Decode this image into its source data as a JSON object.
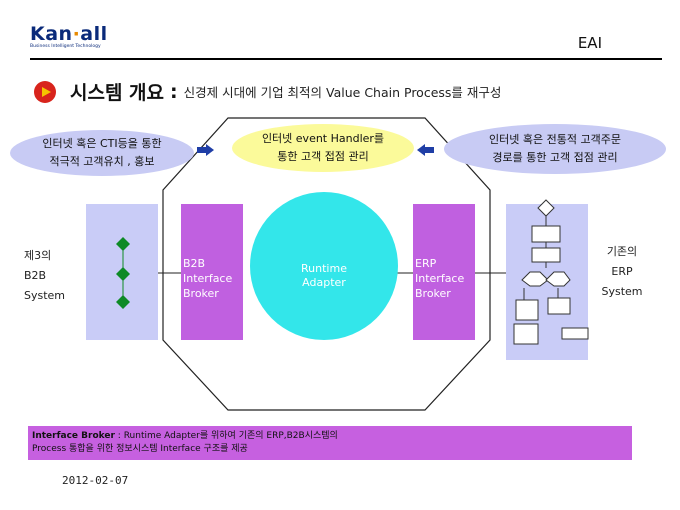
{
  "header": {
    "logo_main_left": "Kan",
    "logo_dot": "·",
    "logo_main_right": "all",
    "logo_sub": "Business Intelligent Technology",
    "tag": "EAI"
  },
  "title": {
    "main": "시스템 개요",
    "separator": ":",
    "subtitle": "신경제 시대에 기업 최적의 Value Chain Process를 재구성"
  },
  "bubbles": {
    "left": [
      "인터넷 혹은 CTI등을 통한",
      "적극적 고객유치 , 홍보"
    ],
    "center": [
      "인터넷 event Handler를",
      "통한 고객 접점 관리"
    ],
    "right": [
      "인터넷 혹은 전통적 고객주문",
      "경로를 통한 고객 접점 관리"
    ]
  },
  "left_system": {
    "lines": [
      "제3의",
      "B2B",
      "System"
    ]
  },
  "right_system": {
    "lines": [
      "기존의",
      "ERP",
      "System"
    ]
  },
  "b2b_broker": {
    "lines": [
      "B2B",
      "Interface",
      "Broker"
    ]
  },
  "erp_broker": {
    "lines": [
      "ERP",
      "Interface",
      "Broker"
    ]
  },
  "adapter": {
    "lines": [
      "Runtime",
      "Adapter"
    ]
  },
  "note": {
    "title": "Interface Broker",
    "line1": " : Runtime Adapter를 위하여 기존의 ERP,B2B시스템의",
    "line2": "Process 통합을 위한 정보시스템 Interface 구조를 제공"
  },
  "footer": {
    "date": "2012-02-07"
  },
  "colors": {
    "bubble_blue": "#c8cbf4",
    "bubble_yellow": "#fbfa9a",
    "broker_purple": "#c060e0",
    "adapter_cyan": "#33e6ea",
    "arrow_blue": "#1f3ea6",
    "diamond_green": "#0e8a26",
    "title_icon": "#d8241c"
  }
}
